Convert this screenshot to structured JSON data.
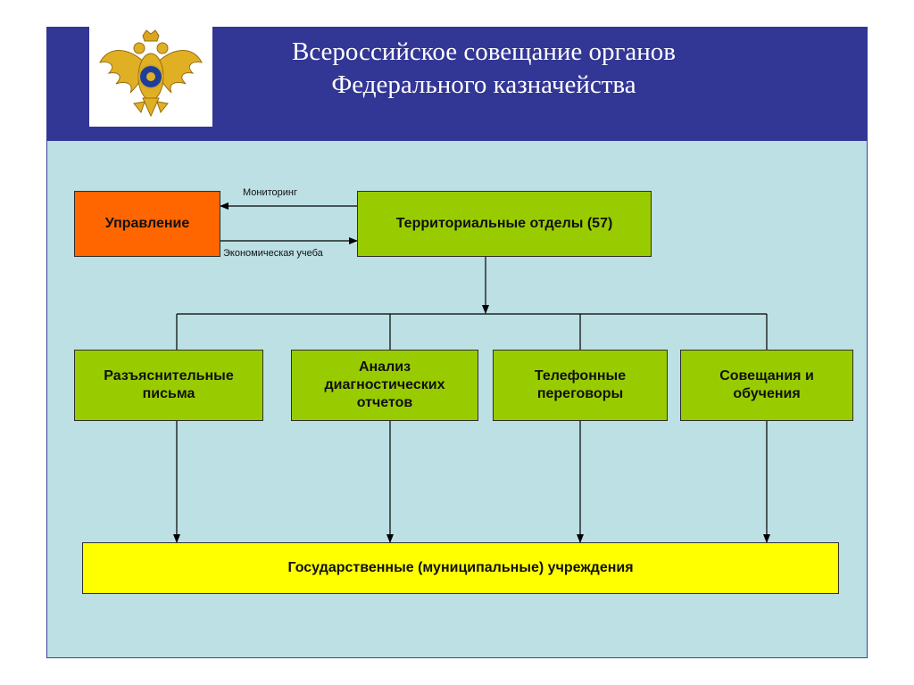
{
  "header": {
    "title_line1": "Всероссийское совещание органов",
    "title_line2": "Федерального казначейства",
    "logo_icon": "double-headed-eagle-emblem-icon"
  },
  "diagram": {
    "management": "Управление",
    "territorial": "Территориальные отделы (57)",
    "arrow_monitoring": "Мониторинг",
    "arrow_training": "Экономическая учеба",
    "methods": [
      "Разъяснительные письма",
      "Анализ диагностических отчетов",
      "Телефонные переговоры",
      "Совещания и обучения"
    ],
    "institutions": "Государственные (муниципальные) учреждения"
  },
  "colors": {
    "header_bg": "#323694",
    "slide_bg": "#bce0e4",
    "green_box": "#99cc00",
    "orange_box": "#ff6600",
    "yellow_box": "#ffff00"
  }
}
